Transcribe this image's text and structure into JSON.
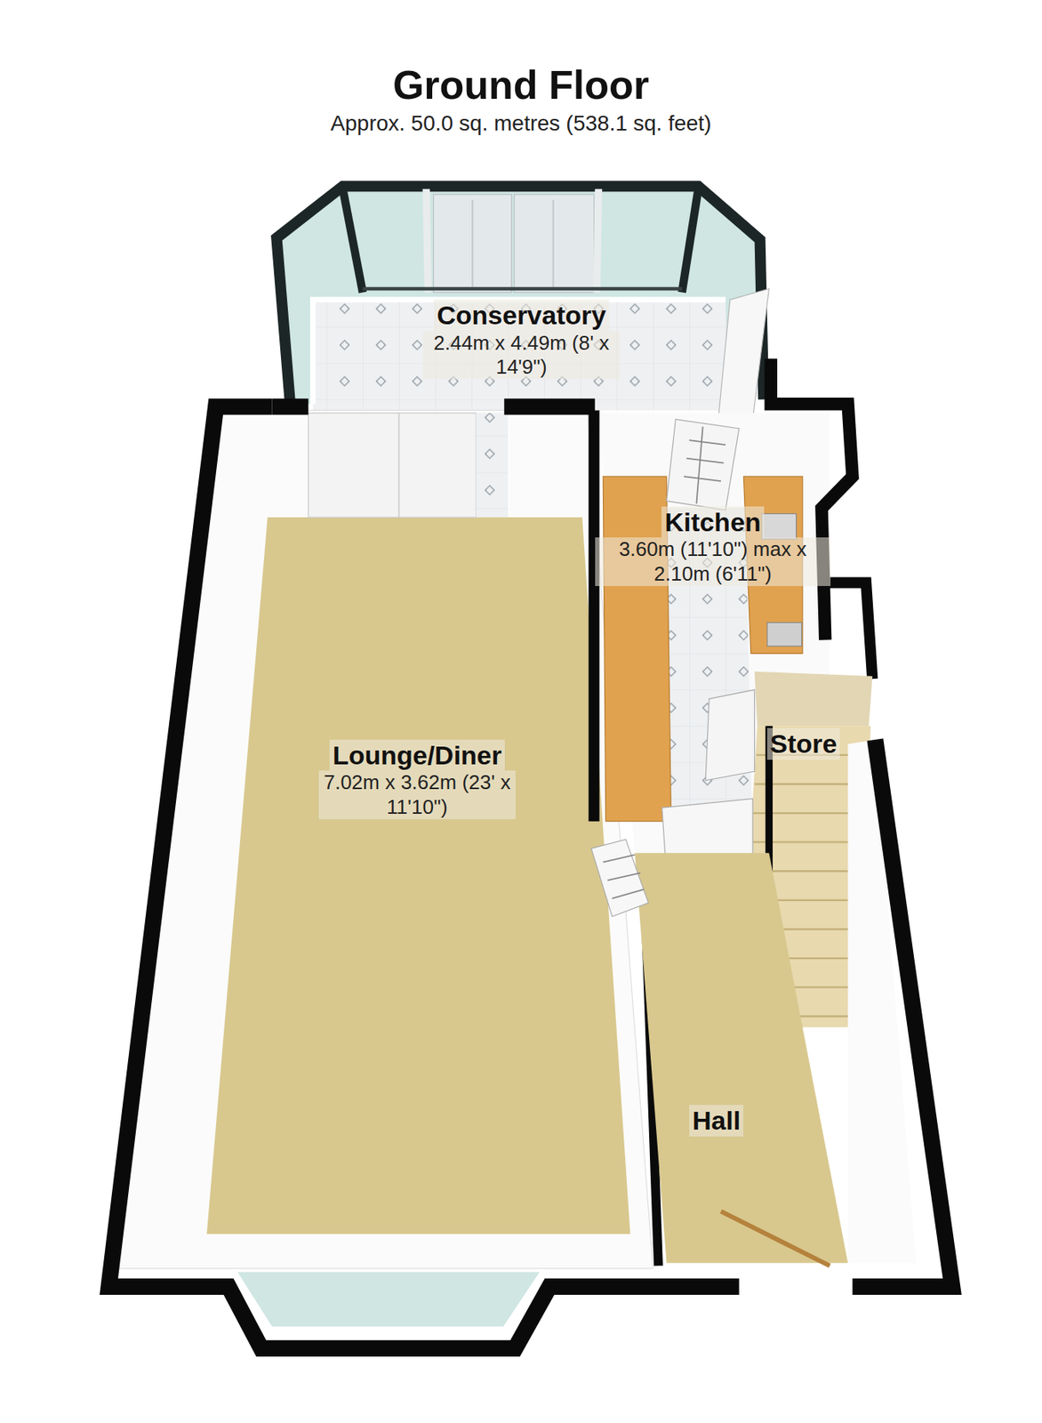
{
  "diagram": {
    "title": "Ground Floor",
    "caption": "Approx. 50.0 sq. metres (538.1 sq. feet)",
    "nodes": [
      {
        "text": [
          "Conservatory",
          "2.44m x 4.49m (8' x 14'9\")"
        ]
      },
      {
        "text": [
          "Kitchen",
          "3.60m (11'10\") max x 2.10m (6'11\")"
        ]
      },
      {
        "text": [
          "Store"
        ]
      },
      {
        "text": [
          "Lounge/Diner",
          "7.02m x 3.62m (23' x 11'10\")"
        ]
      },
      {
        "text": [
          "Hall"
        ]
      }
    ]
  }
}
